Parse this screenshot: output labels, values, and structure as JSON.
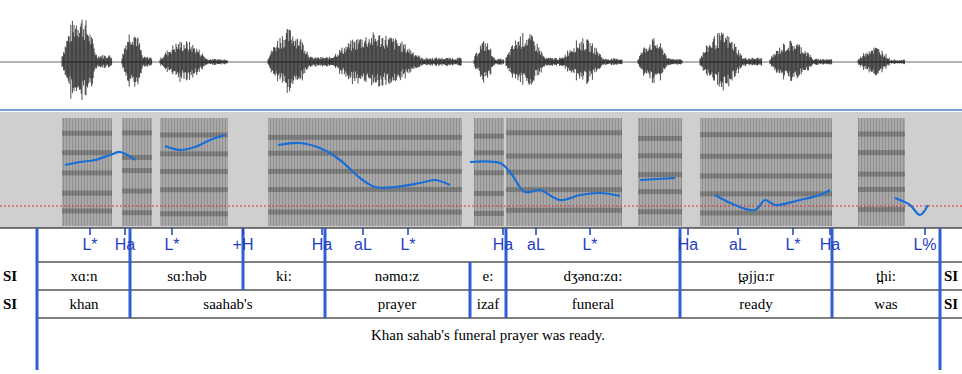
{
  "diagram": {
    "labels": [
      "L*",
      "Ha",
      "L*",
      "+H",
      "Ha",
      "aL",
      "L*",
      "Ha",
      "aL",
      "L*",
      "Ha",
      "aL",
      "L*",
      "Ha",
      "L%",
      "SI",
      "xɑ:n",
      "sɑ:həb",
      "ki:",
      "nəmɑ:z",
      "e:",
      "dʒənɑ:zɑ:",
      "t̪əjjɑ:r",
      "t̪hi:",
      "SI",
      "SI",
      "khan",
      "saahab's",
      "prayer",
      "izaf",
      "funeral",
      "ready",
      "was",
      "SI",
      "Khan sahab's funeral prayer was ready."
    ]
  }
}
